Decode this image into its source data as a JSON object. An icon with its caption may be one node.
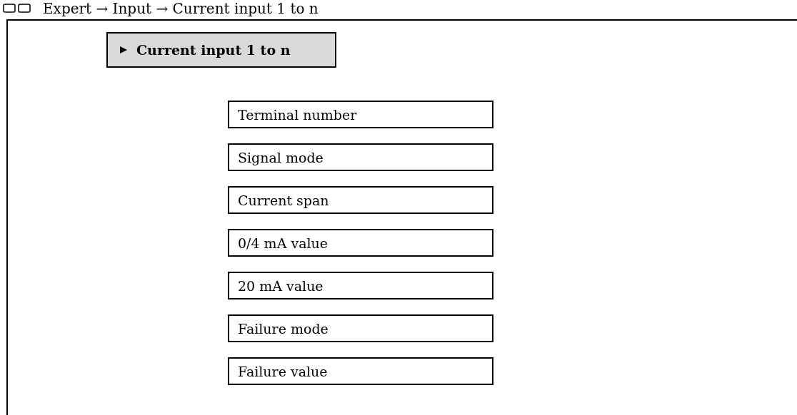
{
  "diagram": {
    "title": "Expert → Input → Current input 1 to n",
    "nodes": [
      {
        "text": [],
        "shape": "box"
      },
      {
        "text": [
          "Current input 1 to n"
        ],
        "in": 0
      },
      {
        "text": [
          "Terminal number"
        ],
        "in": 0
      },
      {
        "text": [
          "Signal mode"
        ],
        "in": 0
      },
      {
        "text": [
          "Current span"
        ],
        "in": 0
      },
      {
        "text": [
          "0/4 mA value"
        ],
        "in": 0
      },
      {
        "text": [
          "20 mA value"
        ],
        "in": 0
      },
      {
        "text": [
          "Failure mode"
        ],
        "in": 0
      },
      {
        "text": [
          "Failure value"
        ],
        "in": 0
      }
    ]
  }
}
